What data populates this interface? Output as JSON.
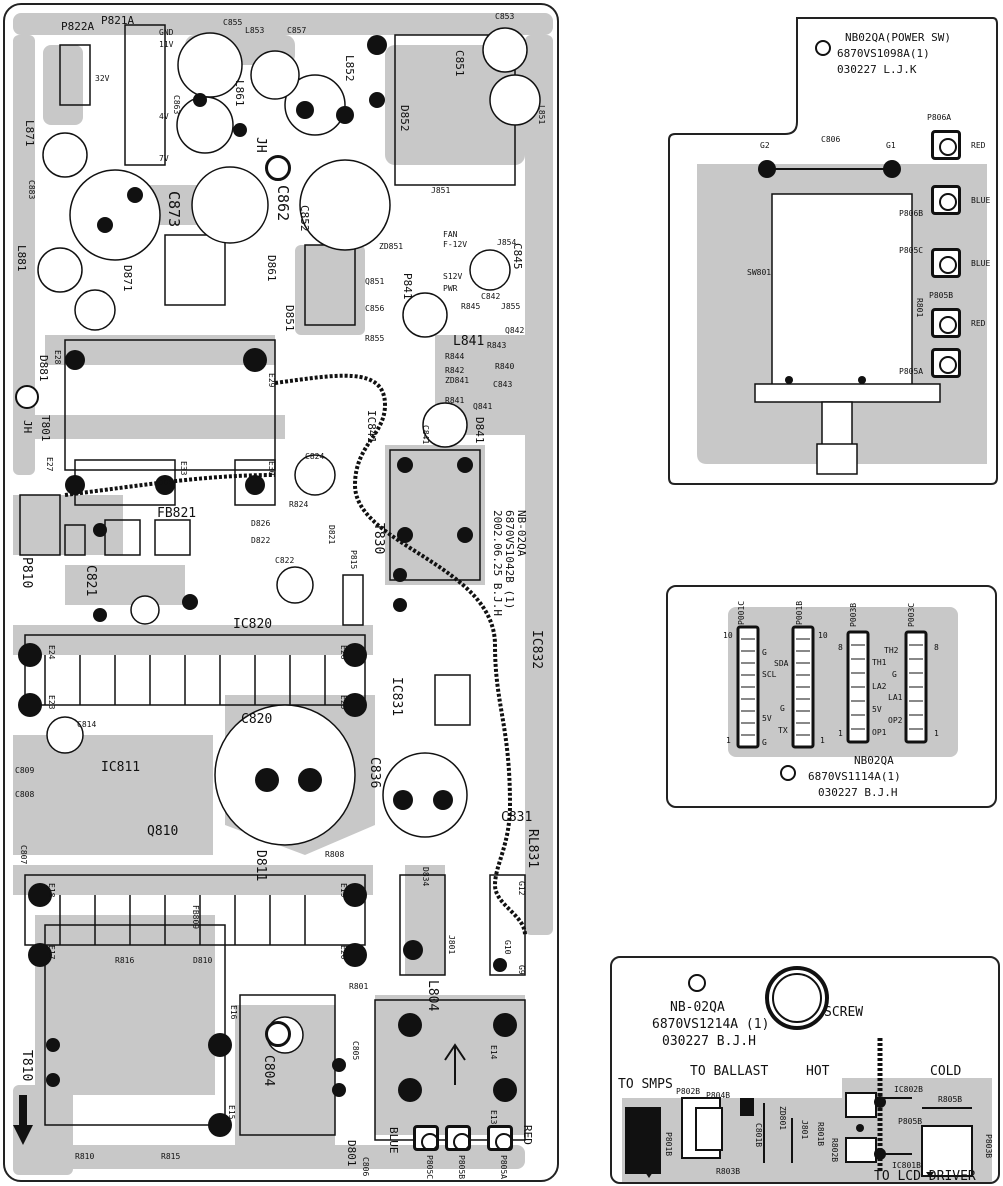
{
  "main_board": {
    "vertical_text": [
      "NB-02QA",
      "6870VS1042B (1)",
      "2002.06.25 B.J.H"
    ],
    "labels": {
      "P822A": "P822A",
      "P821A": "P821A",
      "GND": "GND",
      "11V": "11V",
      "32V": "32V",
      "4V": "4V",
      "7V": "7V",
      "L871": "L871",
      "L881": "L881",
      "L861": "L861",
      "L852": "L852",
      "L853": "L853",
      "L851": "L851",
      "C873": "C873",
      "C862": "C862",
      "C852": "C852",
      "C855": "C855",
      "C857": "C857",
      "C853": "C853",
      "C851": "C851",
      "C863": "C863",
      "C883": "C883",
      "D871": "D871",
      "D861": "D861",
      "D851": "D851",
      "D852": "D852",
      "D881": "D881",
      "T801": "T801",
      "JH": "JH",
      "J851": "J851",
      "J854": "J854",
      "J855": "J855",
      "ZD851": "ZD851",
      "Q851": "Q851",
      "P841": "P841",
      "C845": "C845",
      "C842": "C842",
      "R845": "R845",
      "Q842": "Q842",
      "R843": "R843",
      "L841": "L841",
      "C856": "C856",
      "R855": "R855",
      "R844": "R844",
      "R840": "R840",
      "R842": "R842",
      "ZD841": "ZD841",
      "C843": "C843",
      "R841": "R841",
      "Q841": "Q841",
      "C841": "C841",
      "D841": "D841",
      "IC841": "IC841",
      "FAN": "FAN",
      "F-12V": "F-12V",
      "S12V": "S12V",
      "PWR": "PWR",
      "E28": "E28",
      "E29": "E29",
      "E27": "E27",
      "E33": "E33",
      "E30": "E30",
      "C824": "C824",
      "R824": "R824",
      "FB821": "FB821",
      "P810": "P810",
      "C821": "C821",
      "D826": "D826",
      "D821": "D821",
      "D822": "D822",
      "C822": "C822",
      "T830": "T830",
      "P815": "P815",
      "IC820": "IC820",
      "E24": "E24",
      "E26": "E26",
      "E23": "E23",
      "E25": "E25",
      "C820": "C820",
      "C836": "C836",
      "IC831": "IC831",
      "IC832": "IC832",
      "C831": "C831",
      "RL831": "RL831",
      "C814": "C814",
      "IC811": "IC811",
      "Q810": "Q810",
      "C809": "C809",
      "C808": "C808",
      "C807": "C807",
      "D811": "D811",
      "R808": "R808",
      "E18": "E18",
      "E19": "E19",
      "E17": "E17",
      "E20": "E20",
      "FB809": "FB809",
      "R816": "R816",
      "D810": "D810",
      "T810": "T810",
      "E16": "E16",
      "C804": "C804",
      "L804": "L804",
      "E14": "E14",
      "E13": "E13",
      "D801": "D801",
      "C806": "C806",
      "BLUE": "BLUE",
      "RED": "RED",
      "P805C": "P805C",
      "P805B": "P805B",
      "P805A": "P805A",
      "E15": "E15",
      "R810": "R810",
      "R815": "R815",
      "C805": "C805",
      "R801": "R801",
      "J801": "J801",
      "D834": "D834",
      "G10": "G10",
      "G9": "G9",
      "G12": "G12"
    }
  },
  "power_sw_board": {
    "title": "NB02QA(POWER SW)",
    "part_no": "6870VS1098A(1)",
    "date_line": "030227  L.J.K",
    "labels": {
      "G2": "G2",
      "G1": "G1",
      "C806": "C806",
      "SW801": "SW801",
      "R801": "R801",
      "P806A": "P806A",
      "P806B": "P806B",
      "P805C": "P805C",
      "P805B": "P805B",
      "P805A": "P805A"
    },
    "wire_colors": [
      "RED",
      "BLUE",
      "BLUE",
      "RED"
    ]
  },
  "connector_board": {
    "title": "NB02QA",
    "part_no": "6870VS1114A(1)",
    "date_line": "030227  B.J.H",
    "labels": {
      "P001C": "P001C",
      "P001B": "P001B",
      "P003B": "P003B",
      "P003C": "P003C",
      "n10a": "10",
      "n10b": "10",
      "n1a": "1",
      "n1b": "1",
      "n8a": "8",
      "n8b": "8",
      "n1c": "1",
      "n1d": "1",
      "G": "G",
      "SDA": "SDA",
      "SCL": "SCL",
      "5V": "5V",
      "TX": "TX",
      "TH2": "TH2",
      "TH1": "TH1",
      "LA2": "LA2",
      "LA1": "LA1",
      "OP2": "OP2",
      "OP1": "OP1"
    }
  },
  "lcd_board": {
    "title": "NB-02QA",
    "part_no": "6870VS1214A (1)",
    "date_line": "030227   B.J.H",
    "screw": "SCREW",
    "to_smps": "TO SMPS",
    "to_ballast": "TO BALLAST",
    "hot": "HOT",
    "cold": "COLD",
    "to_lcd": "TO LCD DRIVER",
    "labels": {
      "P802B": "P802B",
      "P804B": "P804B",
      "ZD801": "ZD801",
      "C801B": "C801B",
      "J801": "J801",
      "R801B": "R801B",
      "R802B": "R802B",
      "R803B": "R803B",
      "IC802B": "IC802B",
      "R805B": "R805B",
      "P805B": "P805B",
      "IC801B": "IC801B",
      "P803B": "P803B",
      "P801B": "P801B"
    }
  },
  "colors": {
    "trace": "#c8c8c8",
    "ink": "#111111",
    "paper": "#ffffff"
  }
}
